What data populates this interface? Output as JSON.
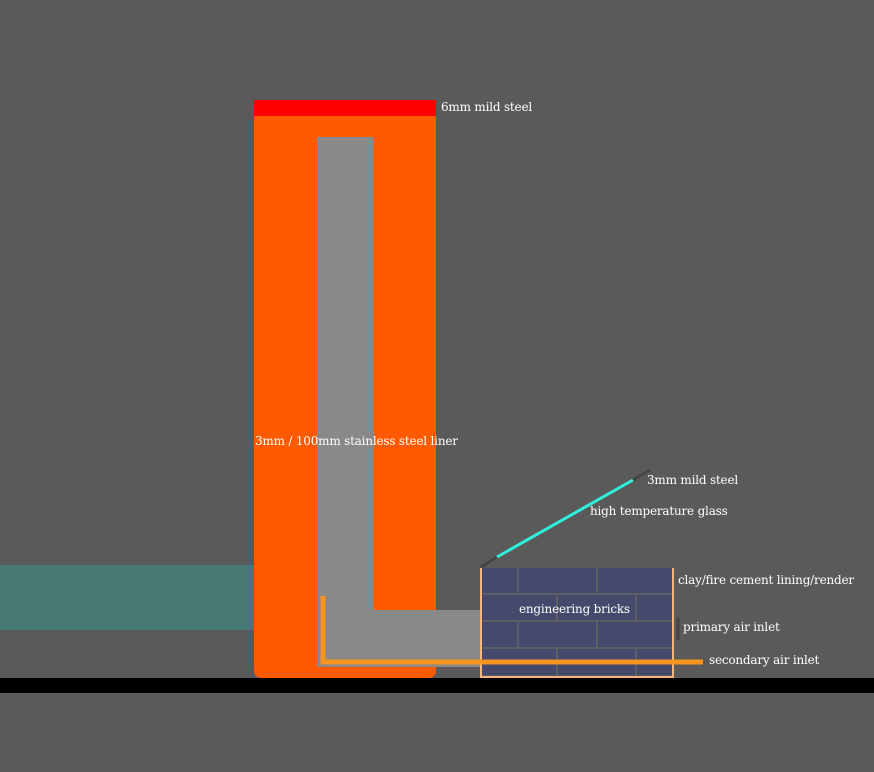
{
  "labels": {
    "top_plate": "6mm mild steel",
    "liner": "3mm / 100mm stainless steel liner",
    "door_frame": "3mm mild steel",
    "glass": "high temperature glass",
    "lining": "clay/fire cement lining/render",
    "bricks": "engineering bricks",
    "primary_air": "primary air inlet",
    "secondary_air": "secondary air inlet"
  },
  "colors": {
    "background": "#5a5a5a",
    "body": "#ff5a00",
    "top_plate": "#ff0000",
    "liner": "#898989",
    "bench": "#477872",
    "floor": "#000000",
    "bricks": "#454a6c",
    "mortar": "#5d5d65",
    "lining": "#f5b57f",
    "glass": "#2ff0dc",
    "door_frame": "#454545",
    "air_pipe": "#f5941f"
  }
}
